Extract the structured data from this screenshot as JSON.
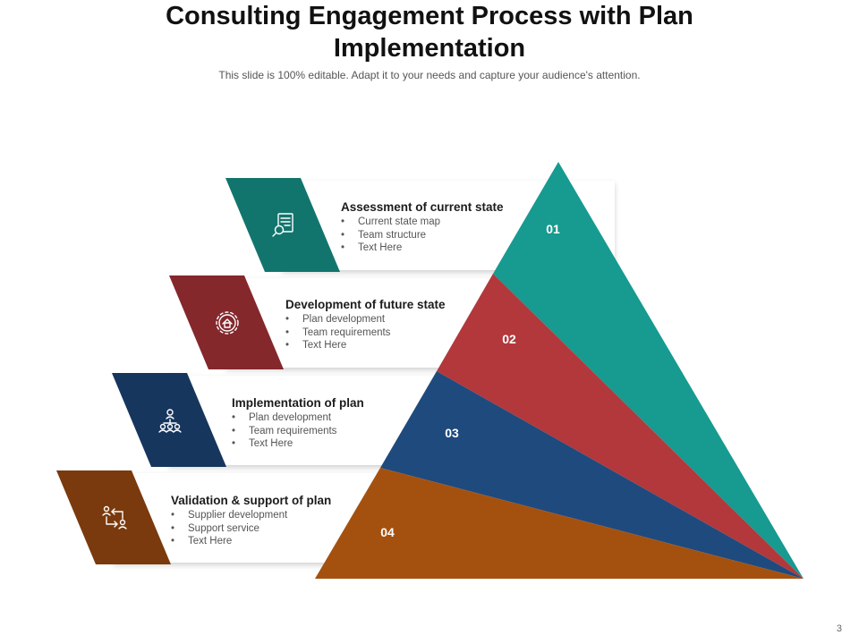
{
  "header": {
    "title": "Consulting Engagement Process with Plan Implementation",
    "subtitle": "This slide is 100% editable. Adapt it to your needs and capture your audience's attention."
  },
  "steps": [
    {
      "number": "01",
      "title": "Assessment of current state",
      "bullets": [
        "Current state map",
        "Team structure",
        "Text Here"
      ],
      "color": "#12756d",
      "segment_color": "#179a90",
      "icon": "document-search-icon"
    },
    {
      "number": "02",
      "title": "Development of future state",
      "bullets": [
        "Plan development",
        "Team requirements",
        "Text Here"
      ],
      "color": "#84282c",
      "segment_color": "#b2383b",
      "icon": "gear-house-icon"
    },
    {
      "number": "03",
      "title": "Implementation of plan",
      "bullets": [
        "Plan development",
        "Team requirements",
        "Text Here"
      ],
      "color": "#16365e",
      "segment_color": "#1f4a7e",
      "icon": "team-network-icon"
    },
    {
      "number": "04",
      "title": "Validation & support of plan",
      "bullets": [
        "Supplier development",
        "Support service",
        "Text Here"
      ],
      "color": "#7a3a0d",
      "segment_color": "#a4510f",
      "icon": "people-exchange-icon"
    }
  ],
  "footer": {
    "page_number": "3"
  }
}
